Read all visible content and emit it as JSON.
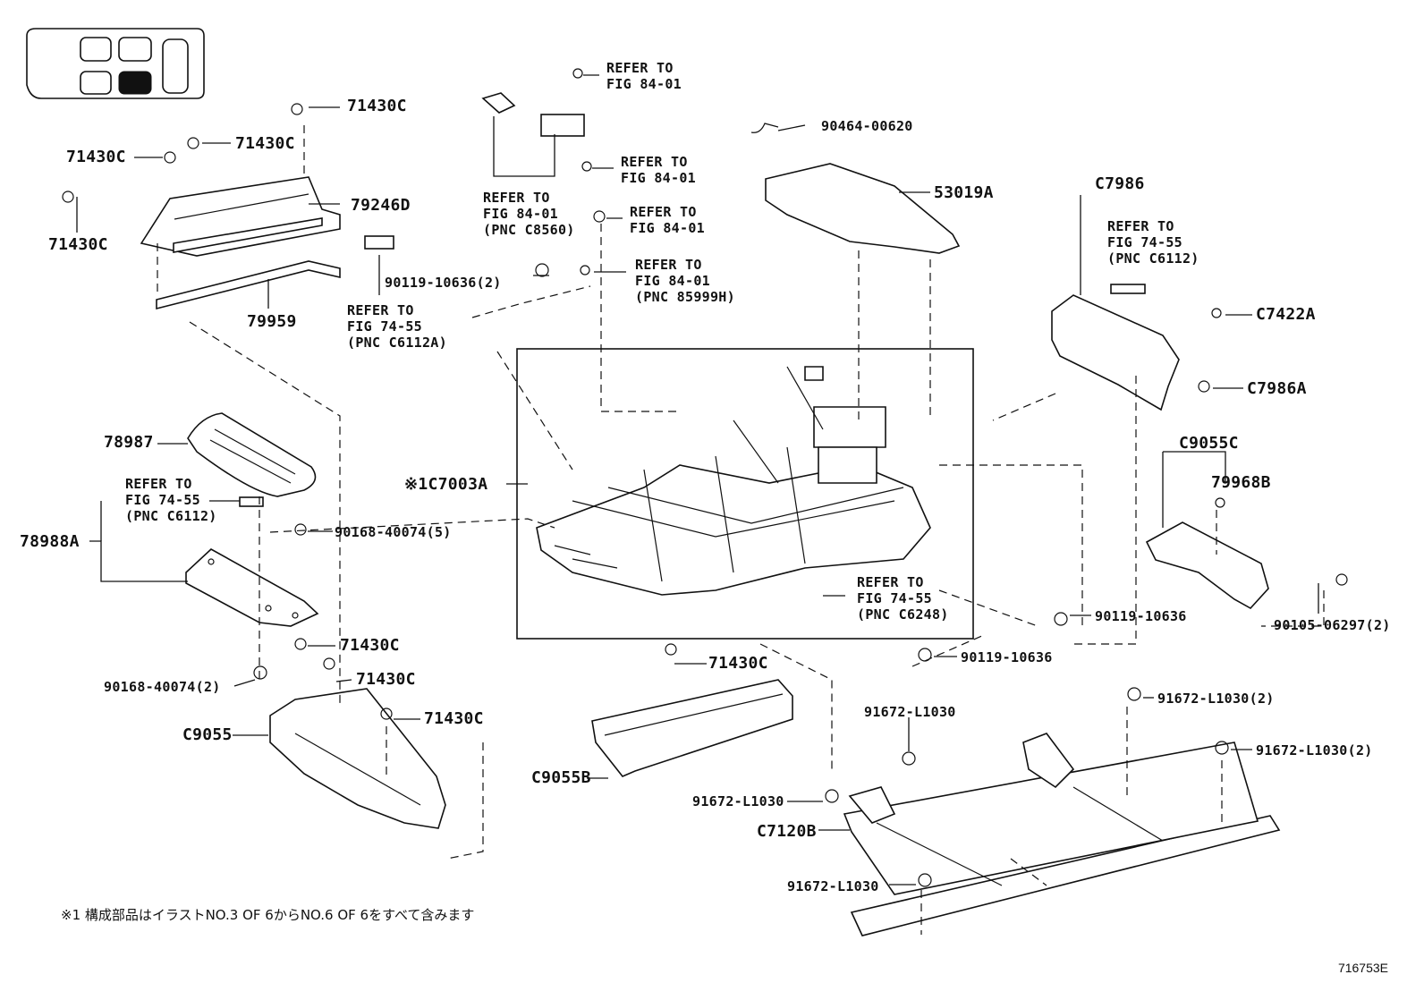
{
  "diagram": {
    "labels": {
      "p71430c_top": "71430C",
      "p71430c_a": "71430C",
      "p71430c_left": "71430C",
      "p71430c_side": "71430C",
      "p79246d": "79246D",
      "p79959": "79959",
      "refer_74_55_a": [
        "REFER TO",
        "FIG 74-55",
        "(PNC C6112A)"
      ],
      "refer_84_01_top": [
        "REFER TO",
        "FIG 84-01"
      ],
      "refer_84_01_c8560": [
        "REFER TO",
        "FIG 84-01",
        "(PNC C8560)"
      ],
      "refer_84_01_b": [
        "REFER TO",
        "FIG 84-01"
      ],
      "refer_84_01_c": [
        "REFER TO",
        "FIG 84-01"
      ],
      "refer_84_01_85999h": [
        "REFER TO",
        "FIG 84-01",
        "(PNC 85999H)"
      ],
      "p90119_10636_2": "90119-10636(2)",
      "p90464_00620": "90464-00620",
      "p53019a": "53019A",
      "pc7986": "C7986",
      "refer_74_55_c6112_right": [
        "REFER TO",
        "FIG 74-55",
        "(PNC C6112)"
      ],
      "pc7422a": "C7422A",
      "pc7986a": "C7986A",
      "pc9055c": "C9055C",
      "p79968b": "79968B",
      "p78987": "78987",
      "refer_74_55_c6112_left": [
        "REFER TO",
        "FIG 74-55",
        "(PNC C6112)"
      ],
      "p78988a": "78988A",
      "pc7003a": "※1C7003A",
      "p90168_40074_5": "90168-40074(5)",
      "refer_74_55_c6248": [
        "REFER TO",
        "FIG 74-55",
        "(PNC C6248)"
      ],
      "p90119_10636_r": "90119-10636",
      "p90105_06297_2": "90105-06297(2)",
      "p90119_10636_c": "90119-10636",
      "p71430c_b1": "71430C",
      "p71430c_b2": "71430C",
      "p71430c_b3": "71430C",
      "p71430c_mid": "71430C",
      "p90168_40074_2": "90168-40074(2)",
      "pc9055": "C9055",
      "pc9055b": "C9055B",
      "p91672_l1030_a": "91672-L1030",
      "p91672_l1030_2a": "91672-L1030(2)",
      "p91672_l1030_2b": "91672-L1030(2)",
      "p91672_l1030_b": "91672-L1030",
      "pc7120b": "C7120B",
      "p91672_l1030_c": "91672-L1030"
    },
    "footnote": "※1 構成部品はイラストNO.3 OF 6からNO.6 OF 6をすべて含みます",
    "figure_number": "716753E"
  }
}
